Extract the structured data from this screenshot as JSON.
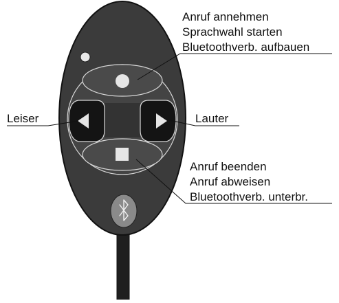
{
  "remote": {
    "top_button": {
      "functions": [
        "Anruf annehmen",
        "Sprachwahl starten",
        "Bluetoothverb. aufbauen"
      ]
    },
    "bottom_button": {
      "functions": [
        "Anruf beenden",
        "Anruf abweisen",
        "Bluetoothverb. unterbr."
      ]
    },
    "left_button": {
      "label": "Leiser"
    },
    "right_button": {
      "label": "Lauter"
    },
    "bluetooth_button": {
      "icon": "bluetooth-icon"
    },
    "status_led": {
      "icon": "led-indicator-icon"
    }
  },
  "colors": {
    "body": "#3b3b3b",
    "outline": "#111111",
    "button_face": "#4a4a4a",
    "button_dark": "#141414",
    "symbol": "#e6e6e6",
    "label_line": "#111111"
  }
}
